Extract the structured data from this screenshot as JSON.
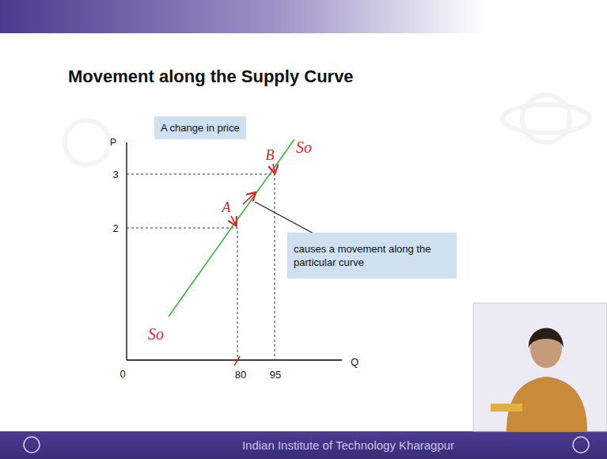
{
  "diagram": {
    "title": "Movement along the Supply Curve",
    "nodes": [
      {
        "text": [
          "A change in price"
        ]
      },
      {
        "text": [
          "causes a movement along the particular curve"
        ]
      }
    ],
    "labels": [
      "P",
      "3",
      "2",
      "0",
      "80",
      "95",
      "Q",
      "So",
      "So",
      "A",
      "B",
      "Indian Institute of Technology Kharagpur"
    ]
  }
}
